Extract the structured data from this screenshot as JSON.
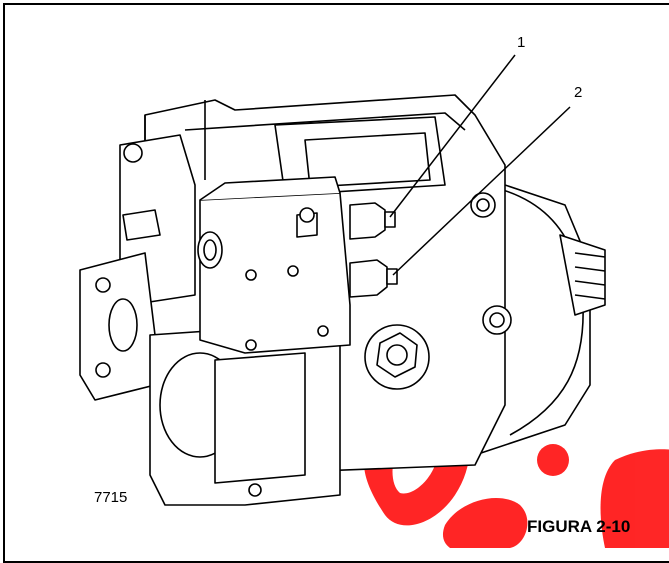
{
  "figure": {
    "callouts": [
      "1",
      "2"
    ],
    "image_code": "7715",
    "title": "FIGURA 2-10"
  },
  "colors": {
    "line": "#000000",
    "watermark": "#ff0000"
  },
  "icons": [
    "hydraulic-pump-illustration"
  ]
}
